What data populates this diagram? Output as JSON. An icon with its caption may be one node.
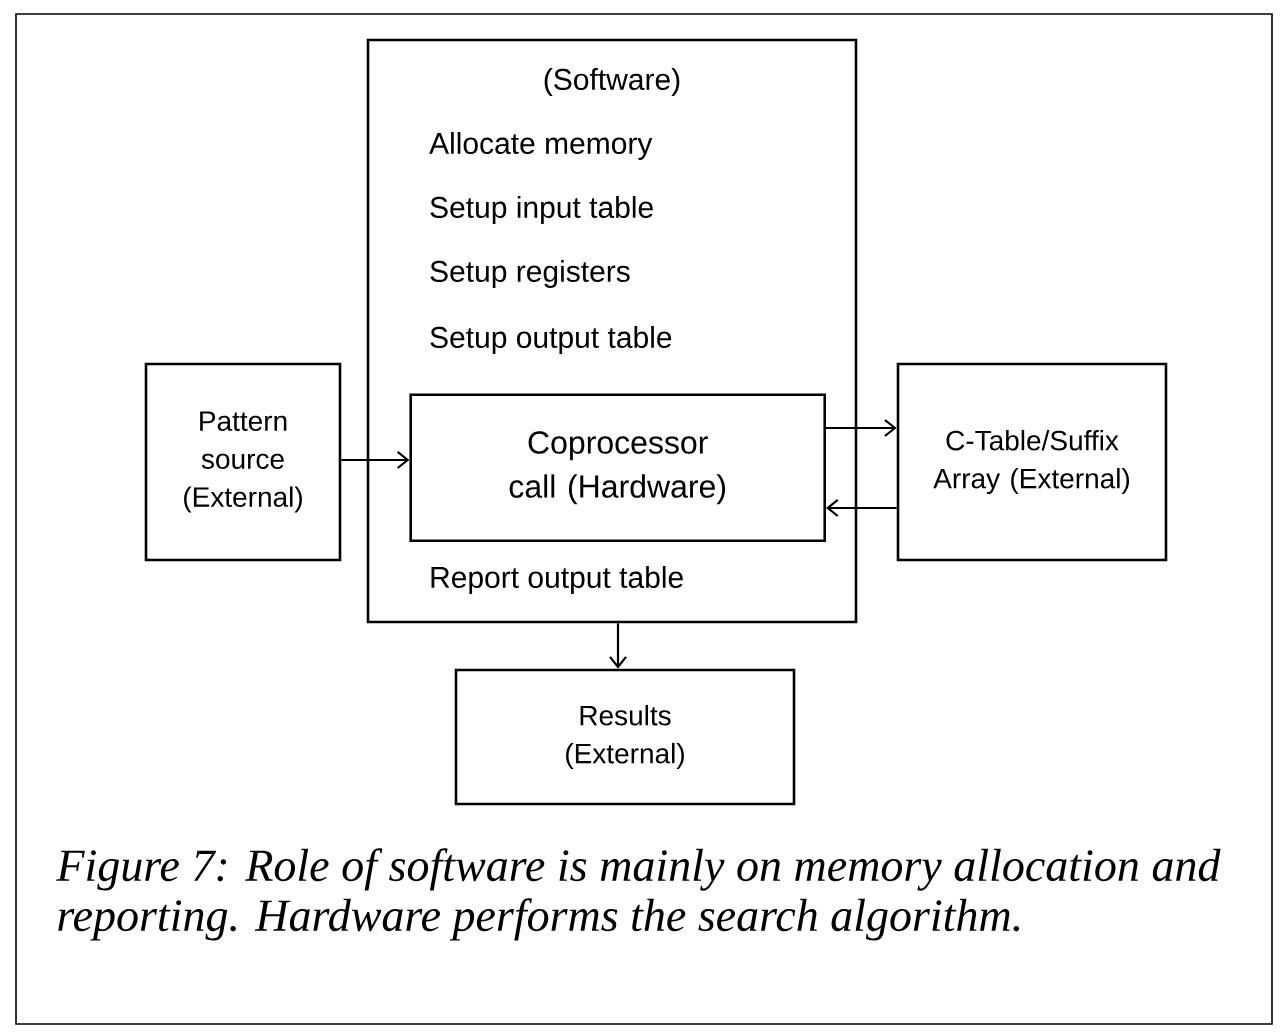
{
  "diagram": {
    "caption": "Figure 7: Role of software is mainly on memory allocation and reporting. Hardware performs the search algorithm.",
    "nodes": [
      {
        "text": [
          "(Software)",
          "Allocate memory",
          "Setup input table",
          "Setup registers",
          "Setup output table",
          "Report output table"
        ]
      },
      {
        "text": [
          "Coprocessor call (Hardware)"
        ],
        "in": 0
      },
      {
        "text": [
          "Pattern source (External)"
        ]
      },
      {
        "text": [
          "C-Table/Suffix Array (External)"
        ]
      },
      {
        "text": [
          "Results (External)"
        ]
      }
    ],
    "edges": [
      {
        "from": 2,
        "to": 1,
        "arrow": "to"
      },
      {
        "from": 1,
        "to": 3,
        "arrow": "to"
      },
      {
        "from": 3,
        "to": 1,
        "arrow": "to"
      },
      {
        "from": 0,
        "to": 4,
        "arrow": "to"
      }
    ]
  }
}
